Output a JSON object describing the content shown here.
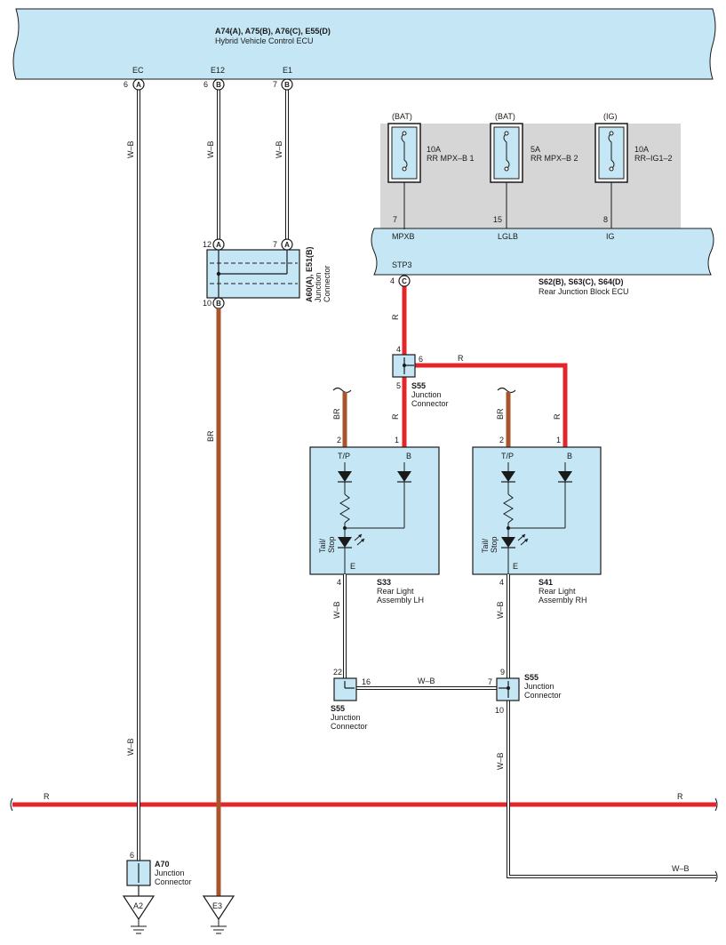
{
  "ecu": {
    "code": "A74(A), A75(B), A76(C), E55(D)",
    "name": "Hybrid Vehicle Control ECU",
    "terminals": [
      {
        "label": "EC",
        "pin": "6",
        "conn": "A"
      },
      {
        "label": "E12",
        "pin": "6",
        "conn": "B"
      },
      {
        "label": "E1",
        "pin": "7",
        "conn": "B"
      }
    ]
  },
  "wires": {
    "wb": "W–B",
    "r": "R",
    "br": "BR"
  },
  "jc_a60": {
    "code": "A60(A), E51(B)",
    "name1": "Junction",
    "name2": "Connector",
    "pin_in_left": "12",
    "conn_in_left": "A",
    "pin_in_right": "7",
    "conn_in_right": "A",
    "pin_out": "10",
    "conn_out": "B"
  },
  "fuses": [
    {
      "source": "(BAT)",
      "amp": "10A",
      "name": "RR MPX–B 1",
      "pin": "7",
      "terminal": "MPXB"
    },
    {
      "source": "(BAT)",
      "amp": "5A",
      "name": "RR MPX–B 2",
      "pin": "15",
      "terminal": "LGLB"
    },
    {
      "source": "(IG)",
      "amp": "10A",
      "name": "RR–IG1–2",
      "pin": "8",
      "terminal": "IG"
    }
  ],
  "rjb": {
    "code": "S62(B), S63(C), S64(D)",
    "name": "Rear Junction Block ECU",
    "terminal": "STP3",
    "pin": "4",
    "conn": "C"
  },
  "s55_top": {
    "code": "S55",
    "name1": "Junction",
    "name2": "Connector",
    "pin_top": "4",
    "pin_right": "6",
    "pin_bottom": "5"
  },
  "lamp_lh": {
    "code": "S33",
    "name1": "Rear Light",
    "name2": "Assembly LH",
    "pin_tp": "2",
    "pin_b": "1",
    "term_tp": "T/P",
    "term_b": "B",
    "term_e": "E",
    "pin_e": "4",
    "func1": "Tail/",
    "func2": "Stop"
  },
  "lamp_rh": {
    "code": "S41",
    "name1": "Rear Light",
    "name2": "Assembly RH",
    "pin_tp": "2",
    "pin_b": "1",
    "term_tp": "T/P",
    "term_b": "B",
    "term_e": "E",
    "pin_e": "4",
    "func1": "Tail/",
    "func2": "Stop"
  },
  "s55_bl": {
    "code": "S55",
    "name1": "Junction",
    "name2": "Connector",
    "pin_top": "22",
    "pin_right": "16"
  },
  "s55_br": {
    "code": "S55",
    "name1": "Junction",
    "name2": "Connector",
    "pin_top": "9",
    "pin_left": "7",
    "pin_bottom": "10"
  },
  "jc_a70": {
    "code": "A70",
    "name1": "Junction",
    "name2": "Connector",
    "pin": "6"
  },
  "grounds": [
    {
      "label": "A2"
    },
    {
      "label": "E3"
    }
  ],
  "colors": {
    "ecu_fill": "#c5e6f5",
    "fuse_bg": "#d6d6d6",
    "red_wire": "#e3262b",
    "brown_wire": "#a8552d",
    "outline": "#1a1a1a"
  }
}
